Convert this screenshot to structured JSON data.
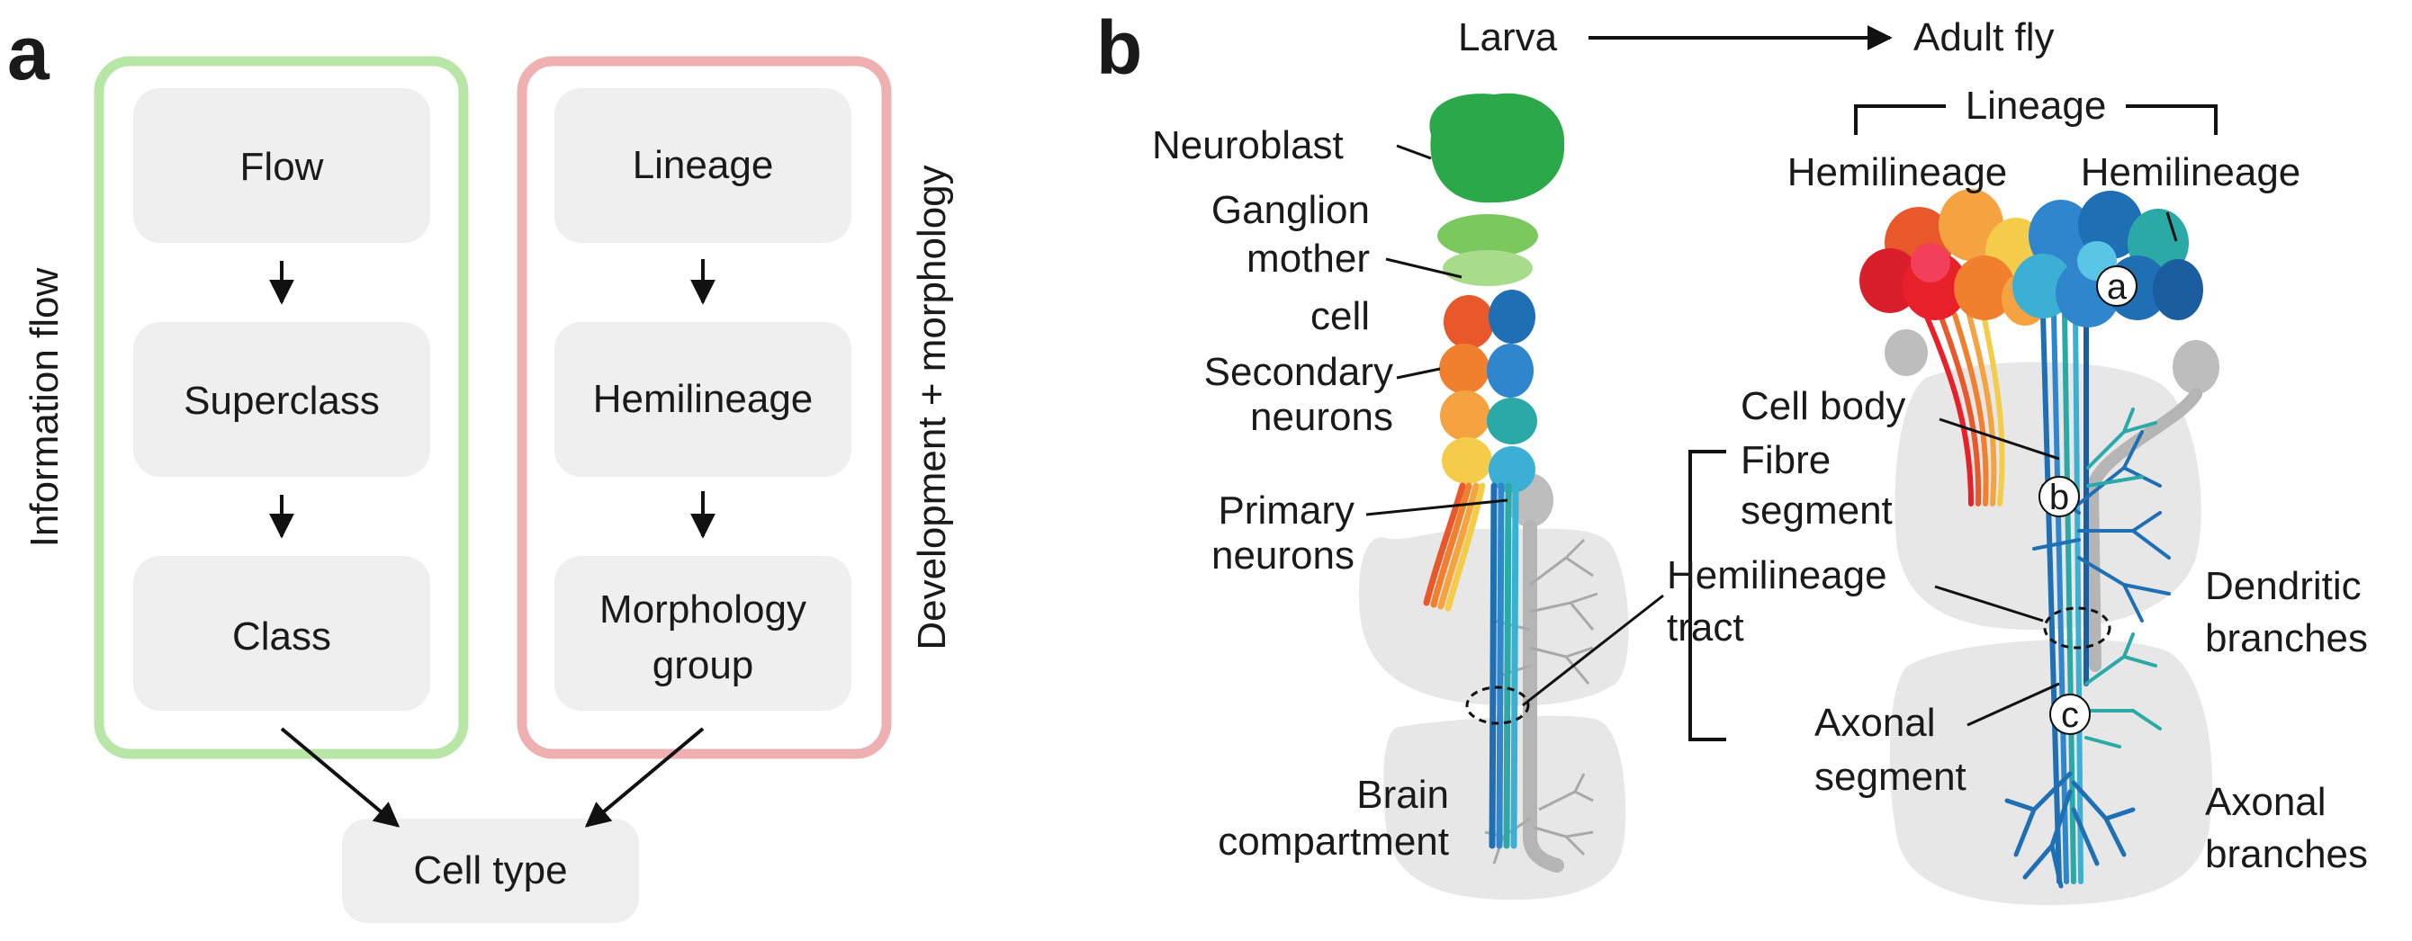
{
  "panel_a": {
    "letter": "a",
    "left_group_label": "Information flow",
    "right_group_label": "Development + morphology",
    "left_boxes": [
      "Flow",
      "Superclass",
      "Class"
    ],
    "right_boxes": [
      [
        "Lineage"
      ],
      [
        "Hemilineage"
      ],
      [
        "Morphology",
        "group"
      ]
    ],
    "bottom_box": "Cell type",
    "colors": {
      "left_border": "#b8e6a6",
      "right_border": "#eeb0b0",
      "box_fill": "#efefef"
    }
  },
  "panel_b": {
    "letter": "b",
    "header": {
      "from": "Larva",
      "to": "Adult fly"
    },
    "larva_labels": {
      "neuroblast": "Neuroblast",
      "gmc": [
        "Ganglion",
        "mother",
        "cell"
      ],
      "secondary": [
        "Secondary",
        "neurons"
      ],
      "primary": [
        "Primary",
        "neurons"
      ],
      "compartment": [
        "Brain",
        "compartment"
      ]
    },
    "adult_labels": {
      "lineage": "Lineage",
      "hemi_left": "Hemilineage",
      "hemi_right": "Hemilineage",
      "cell_body": "Cell body",
      "fibre": [
        "Fibre",
        "segment"
      ],
      "tract": [
        "Hemilineage",
        "tract"
      ],
      "axonal_seg": [
        "Axonal",
        "segment"
      ],
      "dendritic": [
        "Dendritic",
        "branches"
      ],
      "axonal_br": [
        "Axonal",
        "branches"
      ]
    },
    "markers": [
      "a",
      "b",
      "c"
    ]
  }
}
